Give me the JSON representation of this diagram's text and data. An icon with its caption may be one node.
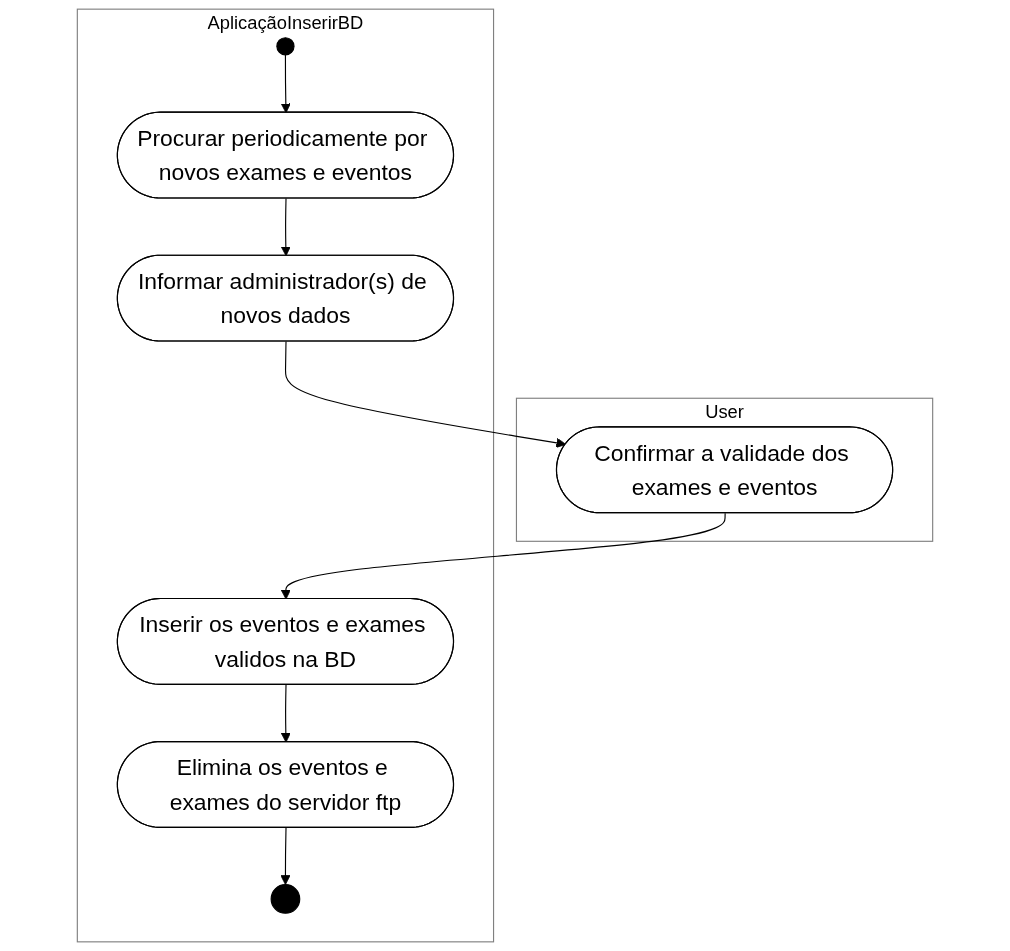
{
  "diagram": {
    "nodes": [
      {
        "text": [
          "User"
        ]
      },
      {
        "text": [
          "AplicaçãoInserirBD"
        ]
      },
      {
        "text": [],
        "shape": "circle",
        "in": 1
      },
      {
        "text": [
          "Procurar periodicamente por novos exames e eventos"
        ],
        "in": 1
      },
      {
        "text": [
          "Informar administrador(s) de novos dados"
        ],
        "in": 1
      },
      {
        "text": [
          "Confirmar a validade dos exames e eventos"
        ],
        "in": 0
      },
      {
        "text": [
          "Inserir os eventos e exames validos na BD"
        ],
        "in": 1
      },
      {
        "text": [
          "Elimina os eventos e exames do servidor ftp"
        ],
        "in": 1
      },
      {
        "text": [],
        "shape": "circle",
        "in": 1
      }
    ],
    "edges": [
      {
        "from": 2,
        "to": 3,
        "arrow": "to"
      },
      {
        "from": 3,
        "to": 4,
        "arrow": "to"
      },
      {
        "from": 4,
        "to": 5,
        "arrow": "to"
      },
      {
        "from": 5,
        "to": 6,
        "arrow": "to"
      },
      {
        "from": 6,
        "to": 7,
        "arrow": "to"
      },
      {
        "from": 7,
        "to": 8,
        "arrow": "to"
      }
    ]
  }
}
